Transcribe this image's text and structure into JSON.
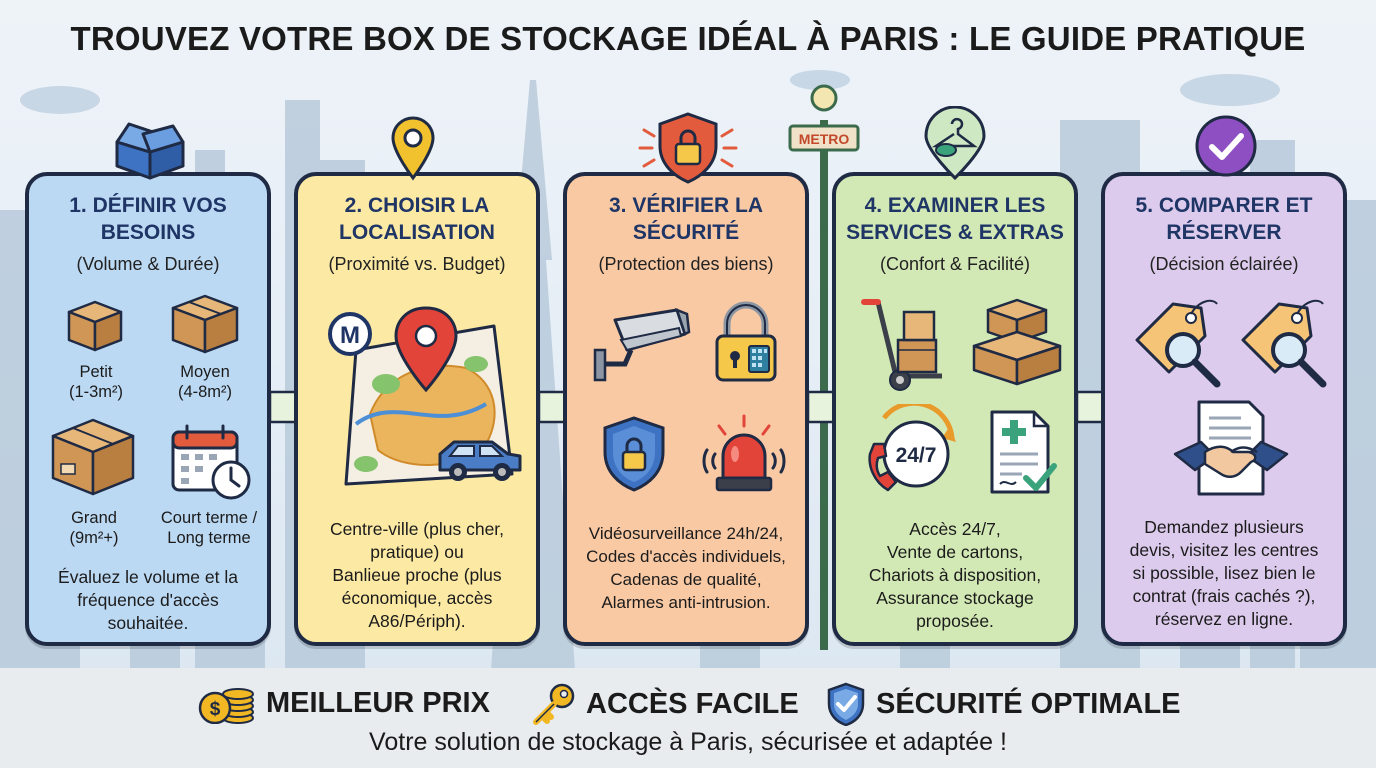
{
  "title": "TROUVEZ VOTRE BOX DE STOCKAGE IDÉAL À PARIS : LE GUIDE PRATIQUE",
  "metro_sign": "METRO",
  "steps": [
    {
      "title_lines": [
        "1. DÉFINIR VOS",
        "BESOINS"
      ],
      "subtitle": "(Volume & Durée)",
      "items": [
        {
          "label_lines": [
            "Petit",
            "(1-3m²)"
          ],
          "icon": "small-box-icon"
        },
        {
          "label_lines": [
            "Moyen",
            "(4-8m²)"
          ],
          "icon": "medium-box-icon"
        },
        {
          "label_lines": [
            "Grand",
            "(9m²+)"
          ],
          "icon": "large-box-icon"
        },
        {
          "label_lines": [
            "Court terme /",
            "Long terme"
          ],
          "icon": "calendar-clock-icon"
        }
      ],
      "text_lines": [
        "Évaluez le volume et la",
        "fréquence d'accès",
        "souhaitée."
      ],
      "top_icon": "open-box-icon",
      "color": "#bcd9f3"
    },
    {
      "title_lines": [
        "2. CHOISIR LA",
        "LOCALISATION"
      ],
      "subtitle": "(Proximité vs. Budget)",
      "metro_badge": "M",
      "text_lines": [
        "Centre-ville (plus cher,",
        "pratique) ou",
        "Banlieue proche (plus",
        "économique, accès",
        "A86/Périph)."
      ],
      "top_icon": "location-pin-icon",
      "color": "#fbe9a4"
    },
    {
      "title_lines": [
        "3. VÉRIFIER LA",
        "SÉCURITÉ"
      ],
      "subtitle": "(Protection des biens)",
      "text_lines": [
        "Vidéosurveillance 24h/24,",
        "Codes d'accès individuels,",
        "Cadenas de qualité,",
        "Alarmes anti-intrusion."
      ],
      "top_icon": "shield-lock-icon",
      "color": "#f9c9a4"
    },
    {
      "title_lines": [
        "4. EXAMINER LES",
        "SERVICES & EXTRAS"
      ],
      "subtitle": "(Confort & Facilité)",
      "badge_247": "24/7",
      "text_lines": [
        "Accès 24/7,",
        "Vente de cartons,",
        "Chariots à disposition,",
        "Assurance stockage",
        "proposée."
      ],
      "top_icon": "hanger-icon",
      "color": "#d3e9b5"
    },
    {
      "title_lines": [
        "5. COMPARER ET",
        "RÉSERVER"
      ],
      "subtitle": "(Décision éclairée)",
      "text_lines": [
        "Demandez plusieurs",
        "devis, visitez les centres",
        "si possible, lisez bien le",
        "contrat (frais cachés ?),",
        "réservez en ligne."
      ],
      "top_icon": "check-circle-icon",
      "color": "#dccbec"
    }
  ],
  "features": [
    {
      "label": "MEILLEUR PRIX",
      "icon": "coins-icon"
    },
    {
      "label": "ACCÈS FACILE",
      "icon": "key-icon"
    },
    {
      "label": "SÉCURITÉ OPTIMALE",
      "icon": "shield-check-icon"
    }
  ],
  "tagline": "Votre solution de stockage à Paris, sécurisée et adaptée !",
  "colors": {
    "outline": "#1f2a44",
    "title_blue": "#1f3566",
    "arrow": "#dff0d0"
  }
}
